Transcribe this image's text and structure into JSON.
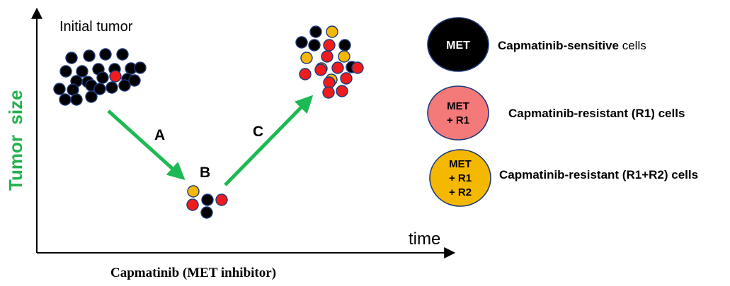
{
  "axes": {
    "y_label": "Tumor  size",
    "x_end_label": "time",
    "x_caption": "Capmatinib (MET inhibitor)",
    "y_label_color": "#22b14c"
  },
  "annotations": {
    "initial_tumor": "Initial tumor",
    "step_a": "A",
    "step_b": "B",
    "step_c": "C"
  },
  "colors": {
    "sensitive": "#000000",
    "r1": "#ee1c1c",
    "r1r2": "#f5b800",
    "arrow": "#1db954",
    "legend_r1": "#f47a7a",
    "legend_r1r2": "#f5b800"
  },
  "legend": [
    {
      "id": "met",
      "lines": [
        "MET"
      ],
      "color": "#000000",
      "text_color": "#ffffff",
      "label_bold": "Capmatinib-sensitive",
      "label_rest": " cells"
    },
    {
      "id": "r1",
      "lines": [
        "MET",
        "+ R1"
      ],
      "color": "#f47a7a",
      "text_color": "#000000",
      "label_bold": "Capmatinib-resistant (R1) cells",
      "label_rest": ""
    },
    {
      "id": "r1r2",
      "lines": [
        "MET",
        "+ R1",
        "+ R2"
      ],
      "color": "#f5b800",
      "text_color": "#000000",
      "label_bold": "Capmatinib-resistant (R1+R2) cells",
      "label_rest": ""
    }
  ],
  "clusters": {
    "initial": {
      "cells": [
        "black",
        "black",
        "black",
        "black",
        "black",
        "black",
        "black",
        "black",
        "black",
        "black",
        "black",
        "black",
        "black",
        "red",
        "black",
        "black",
        "black",
        "black",
        "black",
        "black",
        "black",
        "black",
        "black",
        "black",
        "black"
      ]
    },
    "treated": {
      "cells": [
        "yellow",
        "red",
        "black",
        "red",
        "black"
      ]
    },
    "relapse": {
      "cells": [
        "black",
        "black",
        "yellow",
        "black",
        "red",
        "black",
        "yellow",
        "red",
        "yellow",
        "yellow",
        "red",
        "black",
        "red",
        "red",
        "yellow_red",
        "red",
        "red",
        "red",
        "red",
        "red"
      ]
    }
  }
}
